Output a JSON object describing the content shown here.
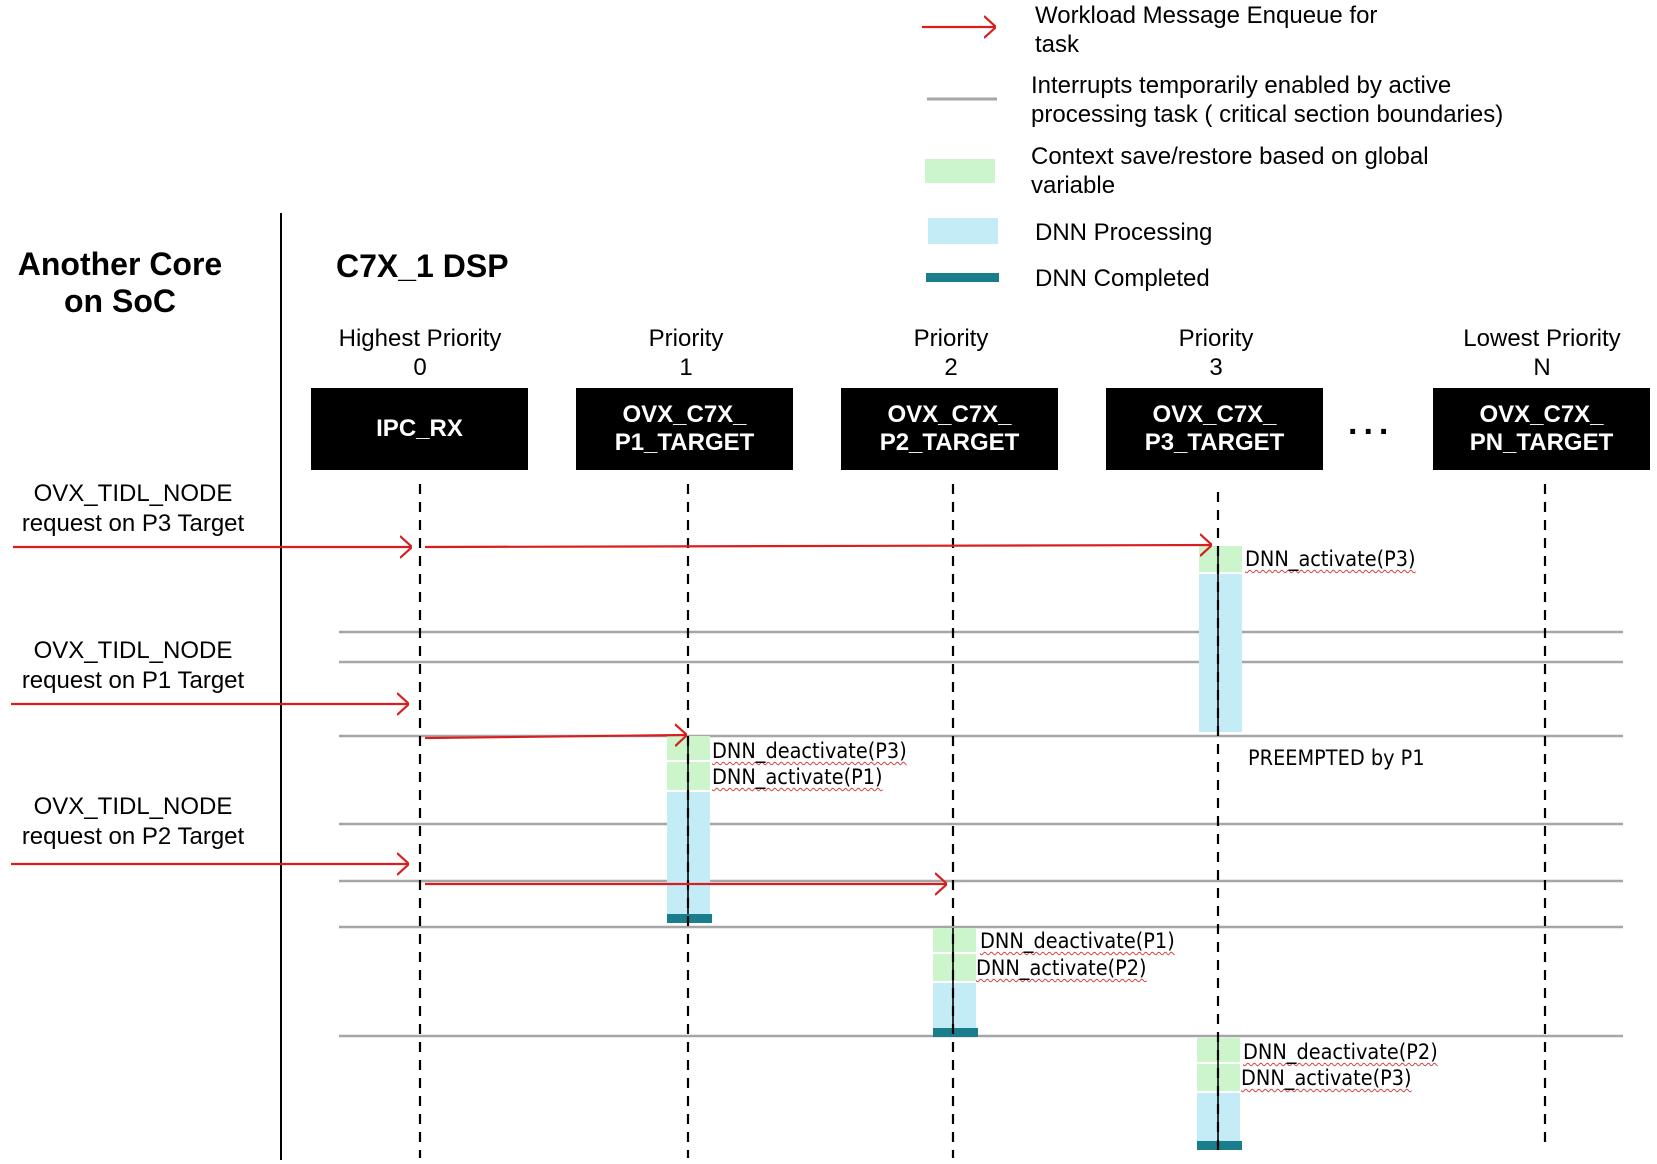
{
  "legend": {
    "items": [
      {
        "label": "Workload Message Enqueue for task",
        "line1": "Workload Message Enqueue for",
        "line2": "task",
        "swatch": "red-arrow",
        "color": "#d81e1e"
      },
      {
        "label": "Interrupts temporarily enabled by active processing task ( critical section boundaries)",
        "line1": "Interrupts temporarily enabled by active",
        "line2": "processing task ( critical section boundaries)",
        "swatch": "gray-line",
        "color": "#a6a6a6"
      },
      {
        "label": "Context save/restore based on global variable",
        "line1": "Context save/restore based on global",
        "line2": "variable",
        "swatch": "green-box",
        "color": "#ccf5cc"
      },
      {
        "label": "DNN Processing",
        "line1": "DNN Processing",
        "swatch": "cyan-box",
        "color": "#c4ecf6"
      },
      {
        "label": "DNN Completed",
        "line1": "DNN Completed",
        "swatch": "teal-bar",
        "color": "#1a7d8c"
      }
    ]
  },
  "sections": {
    "another_core_line1": "Another Core",
    "another_core_line2": "on SoC",
    "dsp_title": "C7X_1 DSP"
  },
  "columns": [
    {
      "priority_label": "Highest Priority",
      "priority_value": "0",
      "task_line1": "IPC_RX",
      "task_line2": ""
    },
    {
      "priority_label": "Priority",
      "priority_value": "1",
      "task_line1": "OVX_C7X_",
      "task_line2": "P1_TARGET"
    },
    {
      "priority_label": "Priority",
      "priority_value": "2",
      "task_line1": "OVX_C7X_",
      "task_line2": "P2_TARGET"
    },
    {
      "priority_label": "Priority",
      "priority_value": "3",
      "task_line1": "OVX_C7X_",
      "task_line2": "P3_TARGET"
    },
    {
      "priority_label": "Lowest Priority",
      "priority_value": "N",
      "task_line1": "OVX_C7X_",
      "task_line2": "PN_TARGET"
    }
  ],
  "ellipsis": "...",
  "requests": [
    {
      "line1": "OVX_TIDL_NODE",
      "line2": "request on P3 Target"
    },
    {
      "line1": "OVX_TIDL_NODE",
      "line2": "request on P1 Target"
    },
    {
      "line1": "OVX_TIDL_NODE",
      "line2": "request on P2 Target"
    }
  ],
  "annotations": {
    "p3_activate": "DNN_activate(P3)",
    "p1_deactivate_p3": "DNN_deactivate(P3)",
    "p1_activate": "DNN_activate(P1)",
    "preempted": "PREEMPTED by P1",
    "p2_deactivate_p1": "DNN_deactivate(P1)",
    "p2_activate": "DNN_activate(P2)",
    "p3_deactivate_p2": "DNN_deactivate(P2)",
    "p3_reactivate": "DNN_activate(P3)"
  },
  "colors": {
    "arrow_red": "#d81e1e",
    "interrupt_gray": "#a6a6a6",
    "context_green": "#ccf5cc",
    "processing_cyan": "#c4ecf6",
    "completed_teal": "#1a7d8c",
    "task_box_black": "#000000"
  }
}
